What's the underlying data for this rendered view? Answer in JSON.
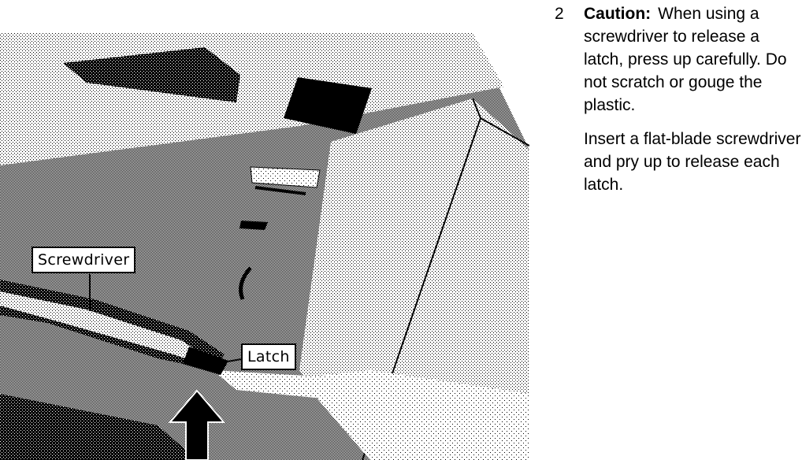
{
  "figure": {
    "labels": {
      "screwdriver": "Screwdriver",
      "latch": "Latch"
    }
  },
  "step": {
    "number": "2",
    "caution_label": "Caution:",
    "caution_text": "When using a screwdriver to release a latch, press up carefully. Do not scratch or gouge the plastic.",
    "instruction": "Insert a flat-blade screwdriver and pry up to release each latch."
  },
  "colors": {
    "ink": "#000000",
    "paper": "#ffffff"
  }
}
